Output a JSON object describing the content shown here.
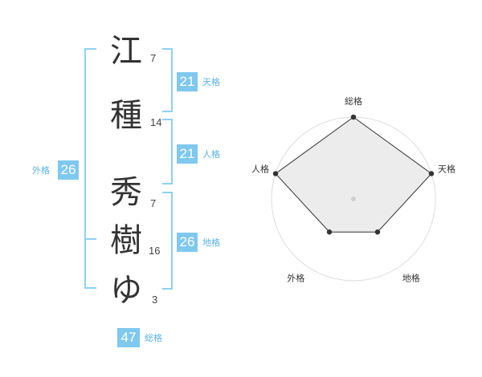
{
  "name": {
    "chars": [
      {
        "char": "江",
        "strokes": "7"
      },
      {
        "char": "種",
        "strokes": "14"
      },
      {
        "char": "秀",
        "strokes": "7"
      },
      {
        "char": "樹",
        "strokes": "16"
      },
      {
        "char": "ゆ",
        "strokes": "3"
      }
    ]
  },
  "fortune": {
    "tenkaku": {
      "value": "21",
      "label": "天格"
    },
    "jinkaku": {
      "value": "21",
      "label": "人格"
    },
    "chikaku": {
      "value": "26",
      "label": "地格"
    },
    "gaikaku": {
      "value": "26",
      "label": "外格"
    },
    "soukaku": {
      "value": "47",
      "label": "総格"
    }
  },
  "colors": {
    "bracket": "#8fd0f2",
    "badge": "#7fc8ee",
    "badge_label": "#58b3e6"
  },
  "chart_data": {
    "type": "radar",
    "axes": [
      "総格",
      "天格",
      "地格",
      "外格",
      "人格"
    ],
    "values": [
      4,
      4,
      2,
      2,
      4
    ],
    "max": 4,
    "grid_rings": 4,
    "grid": true
  }
}
